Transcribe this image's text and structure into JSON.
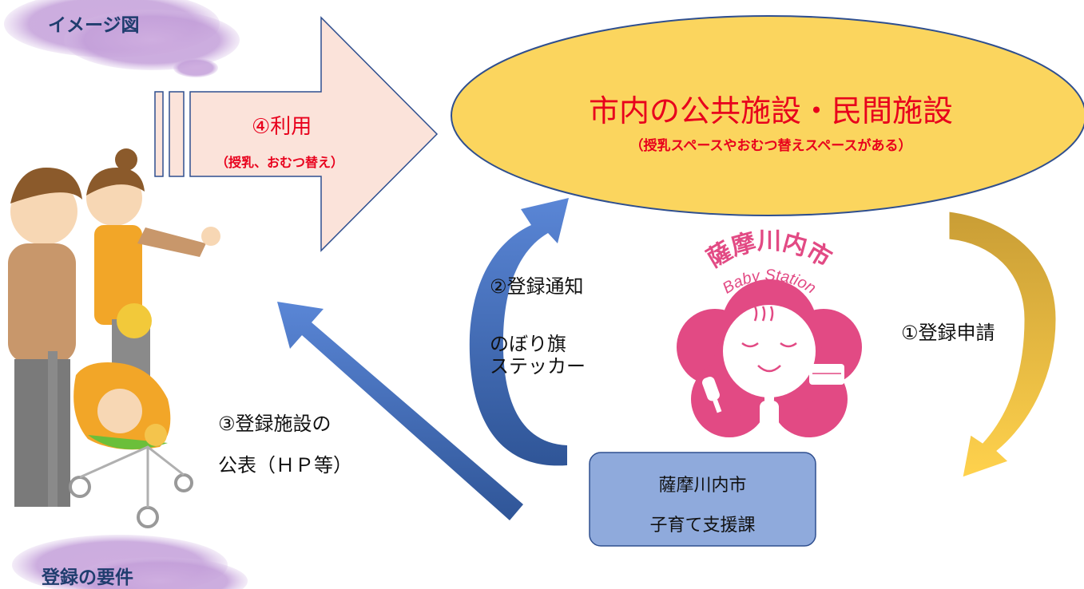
{
  "header_cloud": {
    "label": "イメージ図"
  },
  "footer_cloud": {
    "label": "登録の要件"
  },
  "use_arrow": {
    "label": "④利用",
    "sub": "（授乳、おむつ替え）"
  },
  "facility": {
    "title": "市内の公共施設・民間施設",
    "subtitle": "（授乳スペースやおむつ替えスペースがある）"
  },
  "step_notify": {
    "label": "②登録通知",
    "items": [
      "のぼり旗",
      "ステッカー"
    ]
  },
  "step_apply": {
    "label": "①登録申請"
  },
  "step_publish": {
    "line1": "③登録施設の",
    "line2": "公表（ＨＰ等）"
  },
  "office": {
    "line1": "薩摩川内市",
    "line2": "子育て支援課"
  },
  "logo": {
    "arc_text": "薩摩川内市",
    "sub_text": "Baby Station"
  },
  "colors": {
    "ellipse_fill": "#fbd55e",
    "ellipse_stroke": "#2f4f8f",
    "facility_title": "#e8001c",
    "use_arrow_fill": "#fbe3da",
    "blue_arrow": "#4472c4",
    "gold_arrow": "#d8ae3f",
    "office_fill": "#8faadc",
    "logo_pink": "#e24a84",
    "cloud": "#c4a0d8"
  },
  "icons": [
    "cloud-icon",
    "family-with-stroller-illustration",
    "baby-station-logo"
  ]
}
